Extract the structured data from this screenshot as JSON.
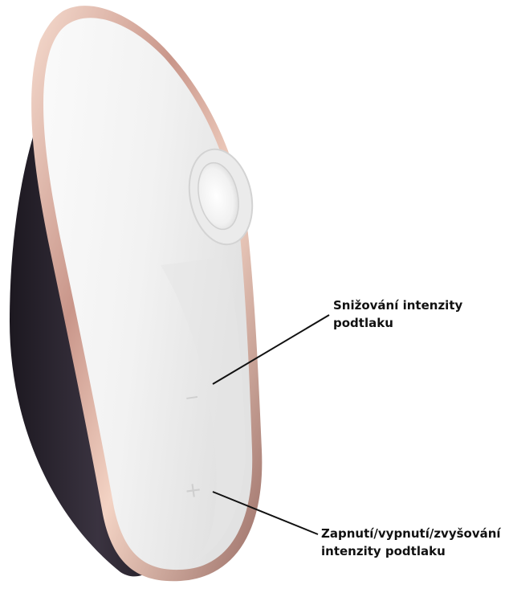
{
  "callouts": {
    "decrease": {
      "line1": "Snižování intenzity",
      "line2": "podtlaku"
    },
    "power": {
      "line1": "Zapnutí/vypnutí/zvyšování",
      "line2": "intenzity podtlaku"
    }
  },
  "button_glyphs": {
    "minus": "−",
    "plus": "+"
  },
  "colors": {
    "body_white": "#f3f3f3",
    "base_dark": "#2a2530",
    "rose_gold": "#e8c2b0",
    "leader_line": "#111111"
  }
}
